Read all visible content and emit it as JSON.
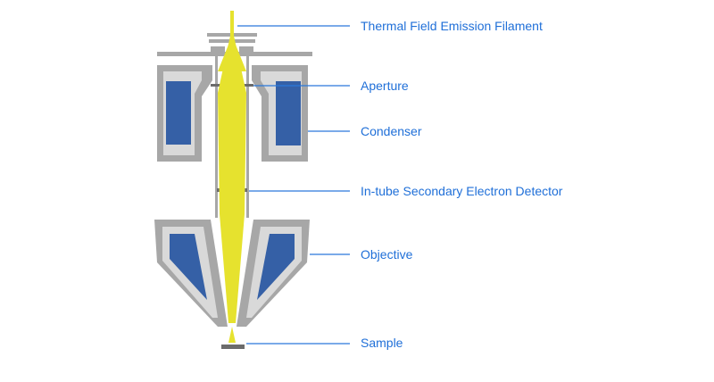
{
  "diagram": {
    "labels": {
      "filament": "Thermal Field Emission Filament",
      "aperture": "Aperture",
      "condenser": "Condenser",
      "detector": "In-tube Secondary Electron Detector",
      "objective": "Objective",
      "sample": "Sample"
    }
  },
  "colors": {
    "label": "#1f6fd8",
    "leader": "#2a78dc",
    "housing": "#a7a7a7",
    "housing_light": "#d9d9d9",
    "coil": "#3560a6",
    "beam": "#e6e22e",
    "sample": "#6b6b6b"
  }
}
